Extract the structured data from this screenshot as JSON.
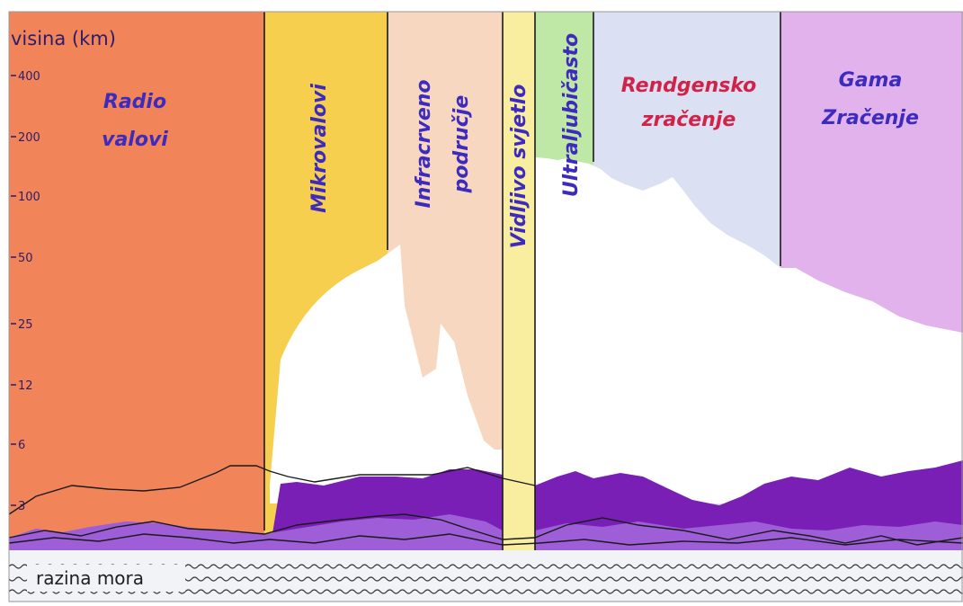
{
  "axis": {
    "title": "visina (km)",
    "ticks": [
      "400",
      "200",
      "100",
      "50",
      "25",
      "12",
      "6",
      "3"
    ]
  },
  "bands": [
    {
      "id": "radio",
      "lines": [
        "Radio",
        "valovi"
      ],
      "color": "#f2845a",
      "text_color": "#3d2bbd"
    },
    {
      "id": "microwave",
      "lines": [
        "Mikrovalovi"
      ],
      "color": "#f6cf4e",
      "text_color": "#3d2bbd"
    },
    {
      "id": "infrared",
      "lines": [
        "Infracrveno",
        "područje"
      ],
      "color": "#f8d7c1",
      "text_color": "#3d2bbd"
    },
    {
      "id": "visible",
      "lines": [
        "Vidljivo svjetlo"
      ],
      "color": "#f9eda0",
      "text_color": "#3d2bbd"
    },
    {
      "id": "ultraviolet",
      "lines": [
        "Ultraljubičasto"
      ],
      "color": "#bfe8a6",
      "text_color": "#3d2bbd"
    },
    {
      "id": "xray",
      "lines": [
        "Rendgensko",
        "zračenje"
      ],
      "color": "#dbe1f2",
      "text_color": "#d1234a"
    },
    {
      "id": "gamma",
      "lines": [
        "Gama",
        "Zračenje"
      ],
      "color": "#e1b2eb",
      "text_color": "#3d2bbd"
    }
  ],
  "sea_level": {
    "label": "razina mora"
  },
  "colors": {
    "atmosphere": "#ffffff",
    "ground_dark": "#7a1fb6",
    "ground_light": "#9d5ed8",
    "sea_bg": "#f2f3f7",
    "divider": "#1a1a1a",
    "border": "#999999"
  }
}
